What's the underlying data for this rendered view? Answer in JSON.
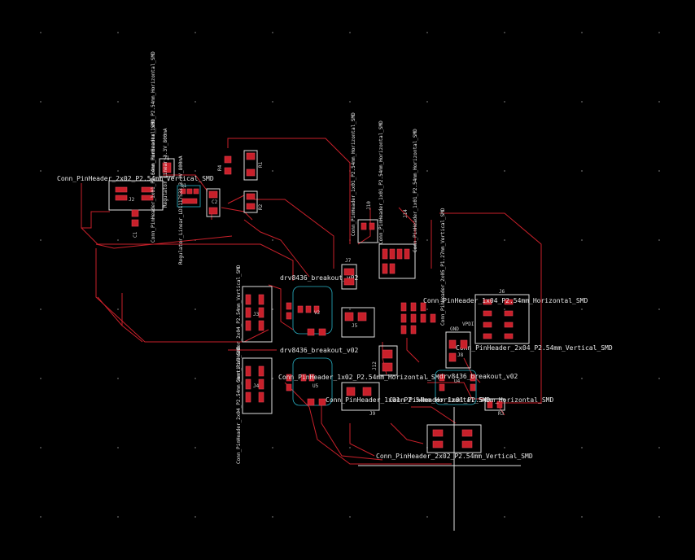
{
  "view": {
    "name": "PCB layout view",
    "background": "#000000",
    "colors": {
      "copper": "#c8202a",
      "silkscreen": "#e8e8e8",
      "courtyard": "#2ab4c8"
    }
  },
  "labels": {
    "j2_value": "Conn_PinHeader_2x02_P2.54mm_Vertical_SMD",
    "j2_vert1": "Conn_PinHeader_1x01_P2.54mm_Horizontal_SMD",
    "j2_vert2": "Conn_PinHeader_1x01_P2.54mm_Horizontal_SMD",
    "reg_value": "Regulator_Linear_LD1117S33_3.3V_800mA",
    "reg_vert": "Regulator_Linear_3.3V_800mA",
    "drv_a": "drv8436_breakout_v02",
    "drv_b": "drv8436_breakout_v02",
    "j3_vert": "Conn_PinHeader_2x04_P2.54mm_Vertical_SMD",
    "j4_vert": "Conn_PinHeader_2x04_P2.54mm_Vertical_SMD",
    "j6_value": "Conn_PinHeader_2x04_P2.54mm_Vertical_SMD",
    "j6_horiz": "Conn_PinHeader_1x04_P2.54mm_Horizontal_SMD",
    "mid_horiz1": "Conn_PinHeader_1x01_P2.54mm_Horizontal_SMD",
    "mid_horiz2": "Conn_PinHeader_1x01_P2.54mm_Horizontal_SMD",
    "mid_horiz3": "Conn_PinHeader_1x01_P2.54mm_Horizontal_SMD",
    "mid_horiz4": "Conn_PinHeader_2x05_P1.27mm_Vertical_SMD",
    "j9_value": "Conn_PinHeader_1x01_P2.54mm_Horizontal_SMD",
    "bottom_value": "Conn_PinHeader_2x02_P2.54mm_Vertical_SMD",
    "u5_value": "Conn_PinHeader_1x02_P2.54mm_Horizontal_SMD",
    "u4_value": "drv8436_breakout_v02",
    "mid_bottom": "Conn_PinHeader_1x01_P2.54mm_Horizontal_SMD"
  },
  "refs": {
    "J2": "J2",
    "J1": "J1",
    "U1": "U1",
    "C1": "C1",
    "C2": "C2",
    "R1": "R1",
    "R2": "R2",
    "R4": "R4",
    "J3": "J3",
    "J4": "J4",
    "V2": "V2",
    "U5": "U5",
    "J5": "J5",
    "J6": "J6",
    "J8": "J8",
    "J9": "J9",
    "J12": "J12",
    "J14": "J14",
    "U4": "U4",
    "R3": "R3",
    "GND": "GND",
    "VPDI": "VPDI",
    "J7": "J7",
    "J10": "J10"
  }
}
